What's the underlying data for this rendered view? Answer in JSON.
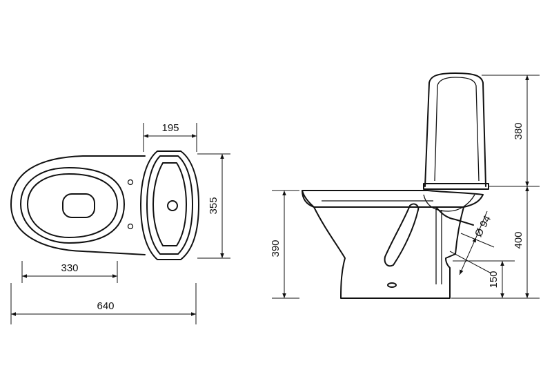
{
  "dimensions": {
    "tank_width": "195",
    "bowl_depth": "355",
    "seat_length": "330",
    "total_length": "640",
    "tank_height": "380",
    "seat_height": "390",
    "total_height": "400",
    "outlet_diameter": "Ø 94",
    "outlet_height": "150"
  },
  "colors": {
    "line": "#111111",
    "background": "#ffffff"
  }
}
